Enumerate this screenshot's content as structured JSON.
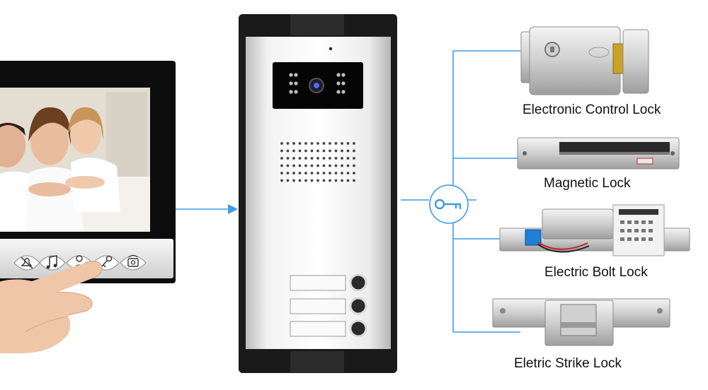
{
  "diagram": {
    "center_device": "door-station-panel",
    "hub_icon": "key-icon",
    "accent": "#3d9be9",
    "monitor_buttons": [
      "mute-icon",
      "music-icon",
      "intercom-icon",
      "unlock-icon",
      "camera-icon"
    ],
    "locks": [
      {
        "id": "electronic-control",
        "label": "Electronic Control Lock"
      },
      {
        "id": "magnetic",
        "label": "Magnetic Lock"
      },
      {
        "id": "electric-bolt",
        "label": "Electric Bolt Lock"
      },
      {
        "id": "electric-strike",
        "label": "Eletric Strike Lock"
      }
    ]
  }
}
